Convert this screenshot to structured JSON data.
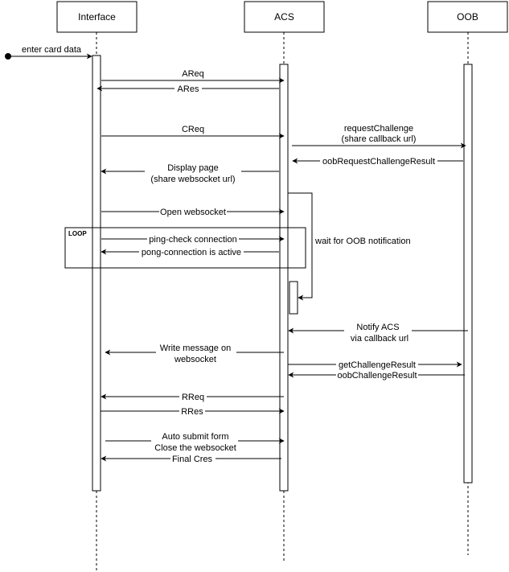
{
  "participants": [
    {
      "id": "interface",
      "label": "Interface"
    },
    {
      "id": "acs",
      "label": "ACS"
    },
    {
      "id": "oob",
      "label": "OOB"
    }
  ],
  "loop": {
    "label": "LOOP"
  },
  "messages": [
    {
      "id": "enter-card-data",
      "lines": [
        "enter card data"
      ]
    },
    {
      "id": "areq",
      "lines": [
        "AReq"
      ]
    },
    {
      "id": "ares",
      "lines": [
        "ARes"
      ]
    },
    {
      "id": "creq",
      "lines": [
        "CReq"
      ]
    },
    {
      "id": "request-challenge",
      "lines": [
        "requestChallenge",
        "(share callback url)"
      ]
    },
    {
      "id": "oob-request-challenge-result",
      "lines": [
        "oobRequestChallengeResult"
      ]
    },
    {
      "id": "display-page",
      "lines": [
        "Display page",
        "(share websocket url)"
      ]
    },
    {
      "id": "open-websocket",
      "lines": [
        "Open websocket"
      ]
    },
    {
      "id": "ping",
      "lines": [
        "ping-check connection"
      ]
    },
    {
      "id": "pong",
      "lines": [
        "pong-connection is active"
      ]
    },
    {
      "id": "wait-oob",
      "lines": [
        "wait for OOB notification"
      ]
    },
    {
      "id": "notify-acs",
      "lines": [
        "Notify ACS",
        "via callback url"
      ]
    },
    {
      "id": "write-message",
      "lines": [
        "Write message on",
        "websocket"
      ]
    },
    {
      "id": "get-challenge-result",
      "lines": [
        "getChallengeResult"
      ]
    },
    {
      "id": "oob-challenge-result",
      "lines": [
        "oobChallengeResult"
      ]
    },
    {
      "id": "rreq",
      "lines": [
        "RReq"
      ]
    },
    {
      "id": "rres",
      "lines": [
        "RRes"
      ]
    },
    {
      "id": "auto-submit",
      "lines": [
        "Auto submit form",
        "Close the websocket"
      ]
    },
    {
      "id": "final-cres",
      "lines": [
        "Final Cres"
      ]
    }
  ]
}
